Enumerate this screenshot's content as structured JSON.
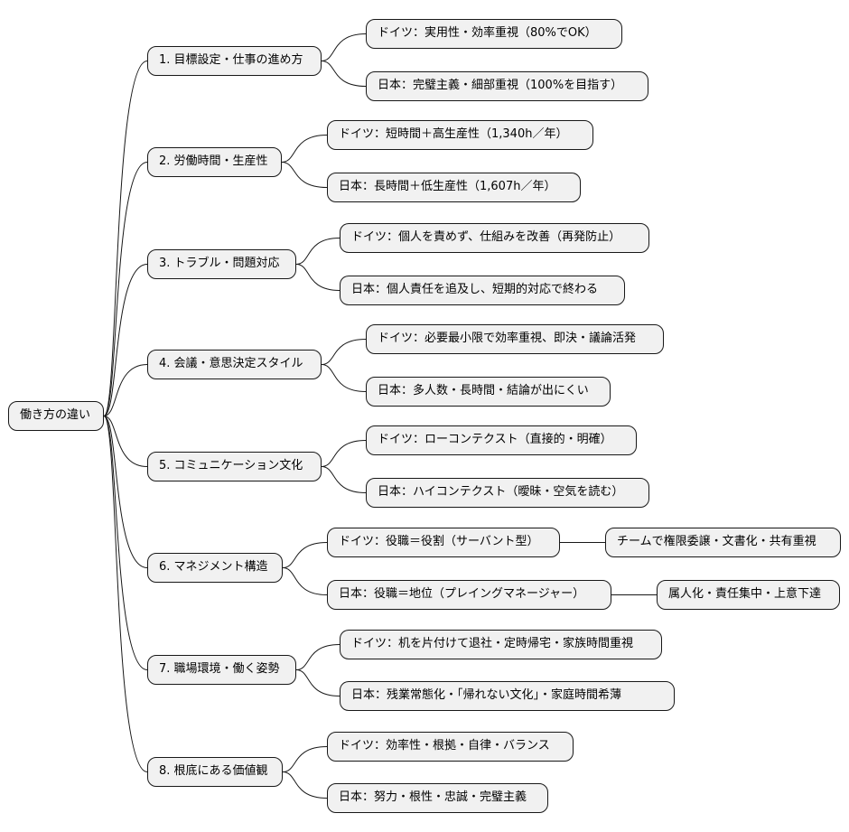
{
  "root": "働き方の違い",
  "categories": [
    {
      "label": "1. 目標設定・仕事の進め方",
      "germany": "ドイツ：実用性・効率重視（80%でOK）",
      "japan": "日本：完璧主義・細部重視（100%を目指す）"
    },
    {
      "label": "2. 労働時間・生産性",
      "germany": "ドイツ：短時間＋高生産性（1,340h／年）",
      "japan": "日本：長時間＋低生産性（1,607h／年）"
    },
    {
      "label": "3. トラブル・問題対応",
      "germany": "ドイツ：個人を責めず、仕組みを改善（再発防止）",
      "japan": "日本：個人責任を追及し、短期的対応で終わる"
    },
    {
      "label": "4. 会議・意思決定スタイル",
      "germany": "ドイツ：必要最小限で効率重視、即決・議論活発",
      "japan": "日本：多人数・長時間・結論が出にくい"
    },
    {
      "label": "5. コミュニケーション文化",
      "germany": "ドイツ：ローコンテクスト（直接的・明確）",
      "japan": "日本：ハイコンテクスト（曖昧・空気を読む）"
    },
    {
      "label": "6. マネジメント構造",
      "germany": "ドイツ：役職＝役割（サーバント型）",
      "japan": "日本：役職＝地位（プレイングマネージャー）",
      "germany_detail": "チームで権限委譲・文書化・共有重視",
      "japan_detail": "属人化・責任集中・上意下達"
    },
    {
      "label": "7. 職場環境・働く姿勢",
      "germany": "ドイツ：机を片付けて退社・定時帰宅・家族時間重視",
      "japan": "日本：残業常態化・「帰れない文化」・家庭時間希薄"
    },
    {
      "label": "8. 根底にある価値観",
      "germany": "ドイツ：効率性・根拠・自律・バランス",
      "japan": "日本：努力・根性・忠誠・完璧主義"
    }
  ]
}
